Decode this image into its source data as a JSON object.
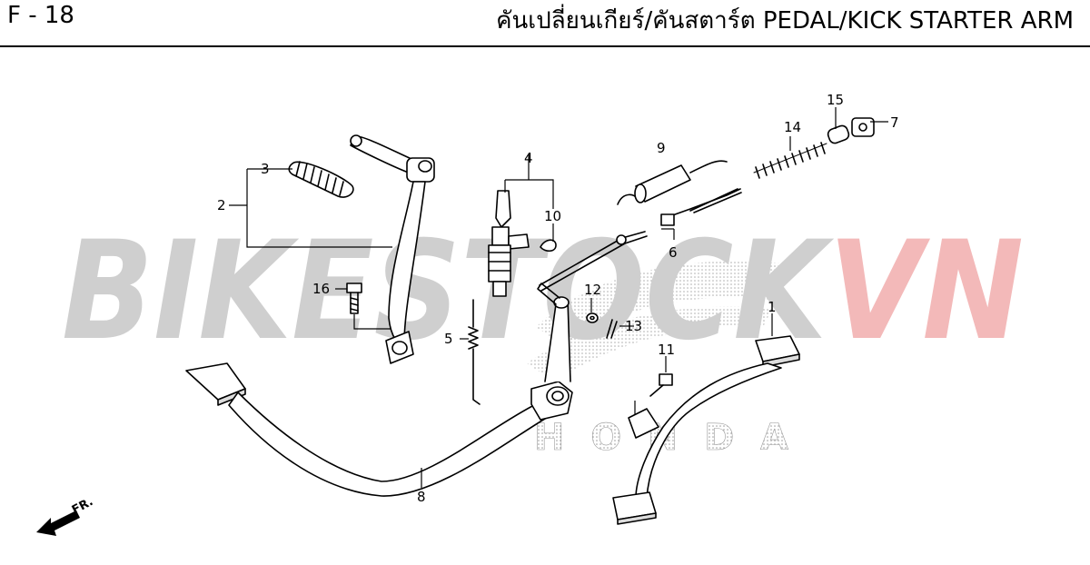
{
  "header": {
    "page_code": "F - 18",
    "title": "คันเปลี่ยนเกียร์/คันสตาร์ต  PEDAL/KICK STARTER ARM"
  },
  "watermark": {
    "part1": "BIKESTOCK",
    "part2": "VN",
    "logo_text": "HONDA",
    "color_main": "#cfcfcf",
    "color_accent": "#f3b9b9"
  },
  "callouts": [
    "1",
    "2",
    "3",
    "4",
    "5",
    "6",
    "7",
    "8",
    "9",
    "10",
    "11",
    "12",
    "13",
    "14",
    "15",
    "16"
  ],
  "direction": {
    "label": "FR."
  }
}
